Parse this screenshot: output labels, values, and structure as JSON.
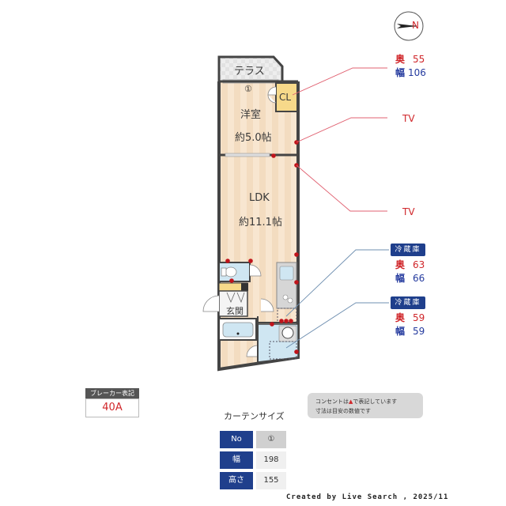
{
  "compass": {
    "label": "N",
    "icon": "compass-north-icon"
  },
  "floorplan": {
    "rooms": {
      "terrace": {
        "label": "テラス"
      },
      "western_room": {
        "label": "洋室",
        "area": "約5.0帖"
      },
      "closet": {
        "label": "CL"
      },
      "ldk": {
        "label": "LDK",
        "area": "約11.1帖"
      },
      "entrance": {
        "label": "玄関"
      }
    },
    "window_marker": "①"
  },
  "callouts": {
    "closet": {
      "depth_key": "奥",
      "depth": "55",
      "width_key": "幅",
      "width": "106"
    },
    "tv1": {
      "label": "TV"
    },
    "tv2": {
      "label": "TV"
    },
    "fridge1": {
      "badge": "冷蔵庫",
      "depth_key": "奥",
      "depth": "63",
      "width_key": "幅",
      "width": "66"
    },
    "fridge2": {
      "badge": "冷蔵庫",
      "depth_key": "奥",
      "depth": "59",
      "width_key": "幅",
      "width": "59"
    }
  },
  "breaker": {
    "title": "ブレーカー表記",
    "value": "40A"
  },
  "note": {
    "line1_pre": "コンセントは",
    "line1_mark": "▲",
    "line1_post": "で表記しています",
    "line2": "寸法は目安の数値です"
  },
  "curtain": {
    "title": "カーテンサイズ",
    "rows": [
      {
        "header": "No",
        "value": "①"
      },
      {
        "header": "幅",
        "value": "198"
      },
      {
        "header": "高さ",
        "value": "155"
      }
    ]
  },
  "credit": "Created by Live Search , 2025/11",
  "colors": {
    "accent_red": "#d0262a",
    "accent_blue": "#1f3f8c",
    "floor_wood": "#f3dcc0",
    "wet_area": "#cfe6f2",
    "closet": "#f7d98a"
  }
}
